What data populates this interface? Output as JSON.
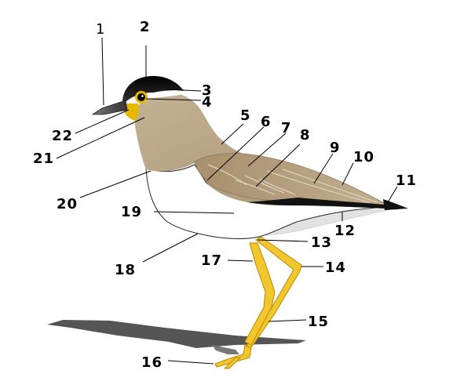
{
  "labels": [
    {
      "id": "1",
      "text": "1"
    },
    {
      "id": "2",
      "text": "2"
    },
    {
      "id": "3",
      "text": "3"
    },
    {
      "id": "4",
      "text": "4"
    },
    {
      "id": "5",
      "text": "5"
    },
    {
      "id": "6",
      "text": "6"
    },
    {
      "id": "7",
      "text": "7"
    },
    {
      "id": "8",
      "text": "8"
    },
    {
      "id": "9",
      "text": "9"
    },
    {
      "id": "10",
      "text": "10"
    },
    {
      "id": "11",
      "text": "11"
    },
    {
      "id": "12",
      "text": "12"
    },
    {
      "id": "13",
      "text": "13"
    },
    {
      "id": "14",
      "text": "14"
    },
    {
      "id": "15",
      "text": "15"
    },
    {
      "id": "16",
      "text": "16"
    },
    {
      "id": "17",
      "text": "17"
    },
    {
      "id": "18",
      "text": "18"
    },
    {
      "id": "19",
      "text": "19"
    },
    {
      "id": "20",
      "text": "20"
    },
    {
      "id": "21",
      "text": "21"
    },
    {
      "id": "22",
      "text": "22"
    }
  ],
  "colors": {
    "plumage_brown": "#b8a485",
    "plumage_brown_dark": "#9c8666",
    "belly_white": "#ffffff",
    "cap_black": "#111111",
    "legs_yellow": "#f2c72d",
    "legs_outline": "#b88a00",
    "eye_ring_yellow": "#e6b800",
    "shadow_grey": "#555555",
    "undertail_grey": "#e0e0e0",
    "beak_grey": "#555555"
  }
}
